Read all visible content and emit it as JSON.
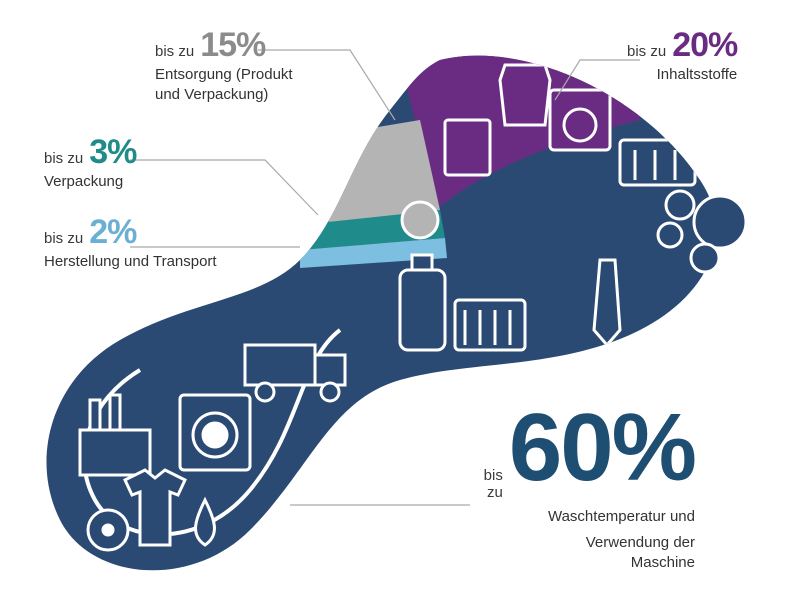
{
  "callouts": {
    "entsorgung": {
      "prefix": "bis zu",
      "percent": "15%",
      "line1": "Entsorgung (Produkt",
      "line2": "und Verpackung)",
      "color": "#a9a9a9"
    },
    "inhaltsstoffe": {
      "prefix": "bis zu",
      "percent": "20%",
      "line1": "Inhaltsstoffe",
      "color": "#6a2c83"
    },
    "verpackung": {
      "prefix": "bis zu",
      "percent": "3%",
      "line1": "Verpackung",
      "color": "#1f8b8a"
    },
    "herstellung": {
      "prefix": "bis zu",
      "percent": "2%",
      "line1": "Herstellung und Transport",
      "color": "#7cbfe0"
    },
    "waschtemperatur": {
      "prefix": "bis zu",
      "percent": "60%",
      "line1": "Waschtemperatur und",
      "line2": "Verwendung der Maschine",
      "color": "#2b4a73"
    }
  },
  "icons": [
    "factory-icon",
    "truck-icon",
    "washing-machine-icon",
    "detergent-bottle-icon",
    "laundry-basket-icon",
    "shirt-icon",
    "iron-icon",
    "soap-bubbles-icon",
    "jug-icon",
    "detergent-box-icon",
    "tie-icon",
    "water-drop-icon",
    "cd-icon"
  ]
}
